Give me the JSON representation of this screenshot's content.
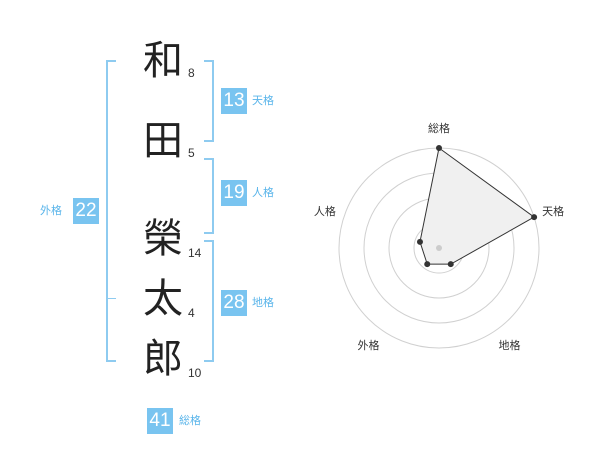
{
  "name": {
    "chars": [
      {
        "char": "和",
        "strokes": "8"
      },
      {
        "char": "田",
        "strokes": "5"
      },
      {
        "char": "榮",
        "strokes": "14"
      },
      {
        "char": "太",
        "strokes": "4"
      },
      {
        "char": "郎",
        "strokes": "10"
      }
    ]
  },
  "kaku": {
    "tenkaku": {
      "value": "13",
      "label": "天格"
    },
    "jinkaku": {
      "value": "19",
      "label": "人格"
    },
    "chikaku": {
      "value": "28",
      "label": "地格"
    },
    "gaikaku": {
      "value": "22",
      "label": "外格"
    },
    "soukaku": {
      "value": "41",
      "label": "総格"
    }
  },
  "colors": {
    "accent": "#79c4f0",
    "bracket": "#8ecbf0",
    "label": "#58b4ea"
  },
  "chart_data": {
    "type": "radar",
    "axes": [
      "総格",
      "天格",
      "地格",
      "外格",
      "人格"
    ],
    "values": [
      5,
      5,
      1,
      1,
      1
    ],
    "max": 5,
    "rings": 4,
    "fill": "#f0f0f0",
    "line": "#333333"
  }
}
